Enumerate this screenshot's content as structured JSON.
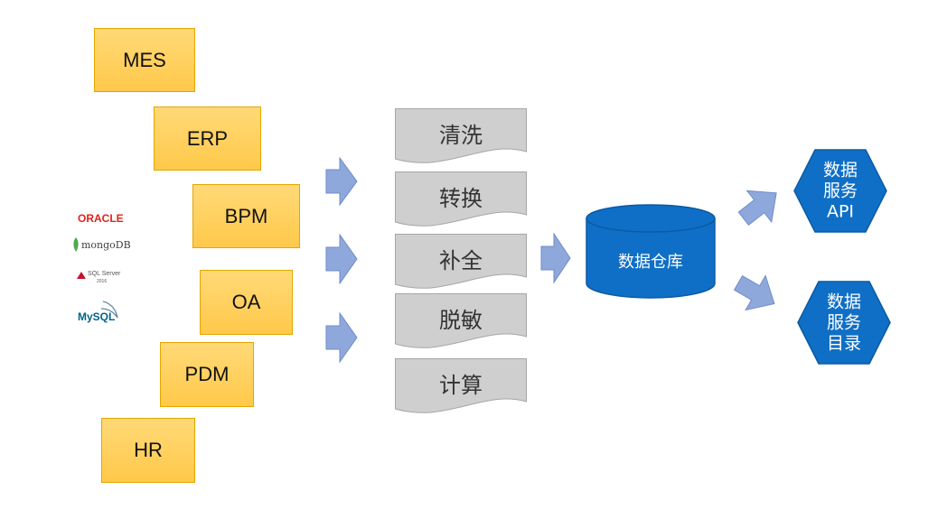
{
  "sources": [
    "MES",
    "ERP",
    "BPM",
    "OA",
    "PDM",
    "HR"
  ],
  "logos": {
    "oracle": "ORACLE",
    "mongodb": "mongoDB",
    "sqlserver": "SQL Server",
    "sqlserver_year": "2016",
    "mysql": "MySQL"
  },
  "processing_steps": [
    "清洗",
    "转换",
    "补全",
    "脱敏",
    "计算"
  ],
  "warehouse": "数据仓库",
  "outputs": [
    {
      "lines": [
        "数据",
        "服务",
        "API"
      ]
    },
    {
      "lines": [
        "数据",
        "服务",
        "目录"
      ]
    }
  ],
  "colors": {
    "source_fill": "#ffcc55",
    "step_fill": "#cfcfcf",
    "arrow_fill": "#8fa8dc",
    "service_fill": "#0f6fc6"
  }
}
